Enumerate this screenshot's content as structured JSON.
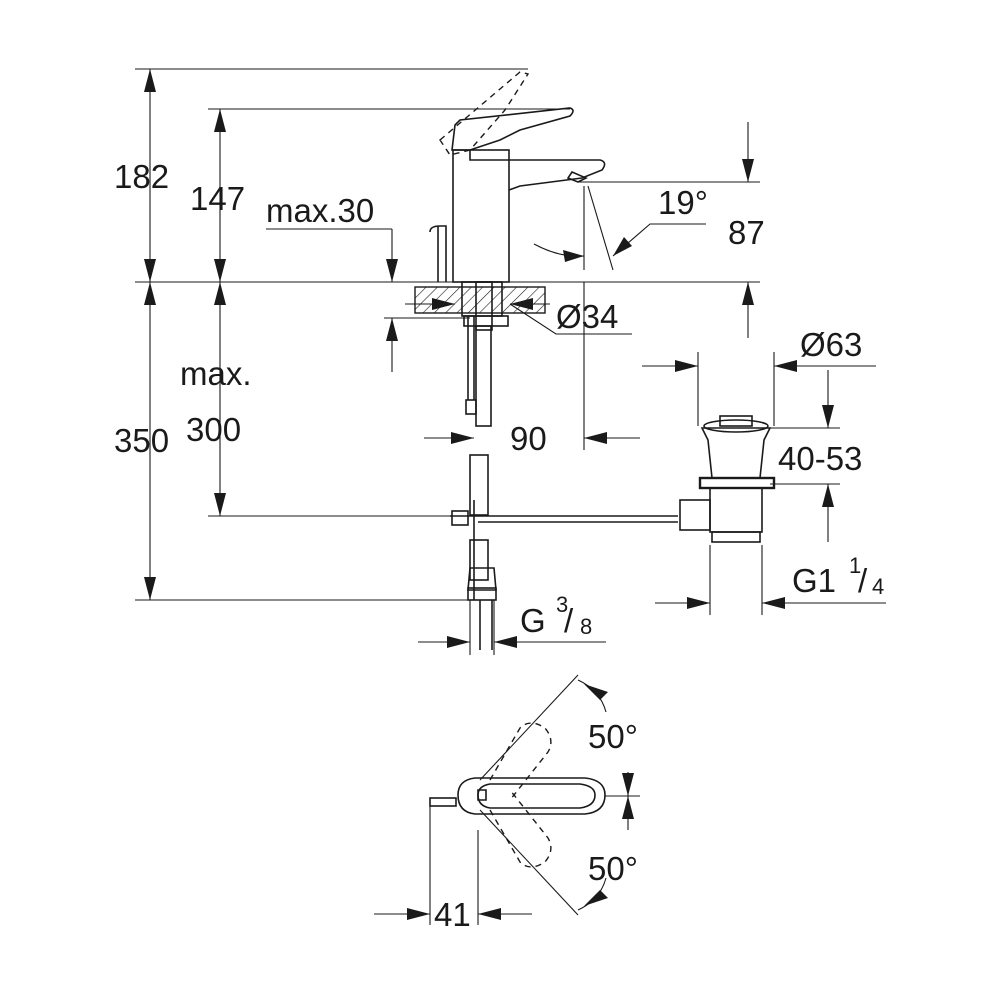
{
  "dimensions": {
    "d182": "182",
    "d147": "147",
    "max30": "max.30",
    "angle19": "19°",
    "d87": "87",
    "dia34": "Ø34",
    "dia63": "Ø63",
    "max_label": "max.",
    "d300": "300",
    "d350": "350",
    "d90": "90",
    "range": "40-53",
    "g114_main": "G1",
    "g114_num": "1",
    "g114_den": "4",
    "g38_main": "G",
    "g38_num": "3",
    "g38_den": "8",
    "angle50_top": "50°",
    "angle50_bottom": "50°",
    "d41": "41"
  }
}
